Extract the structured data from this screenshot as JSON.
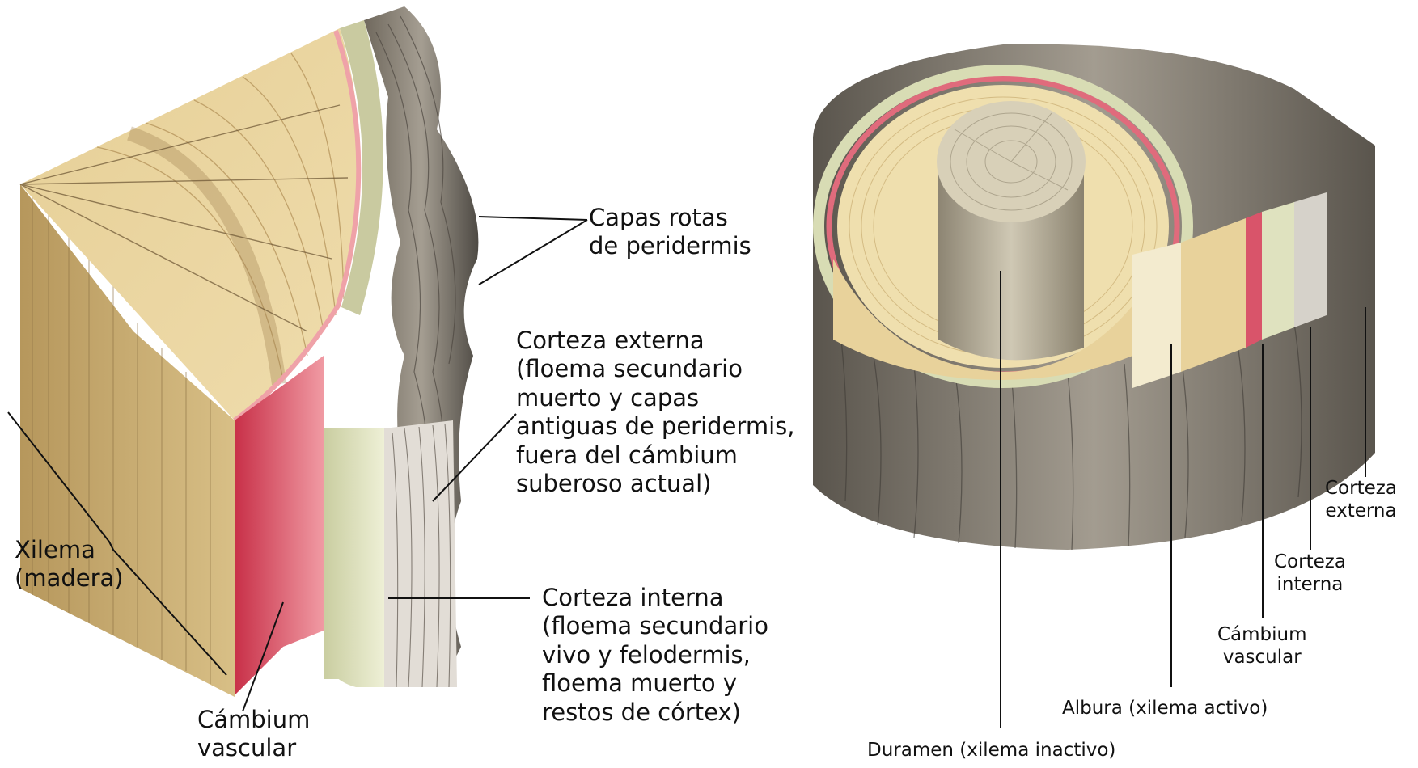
{
  "left_diagram": {
    "labels": {
      "capas_rotas": "Capas rotas\nde peridermis",
      "corteza_externa": "Corteza externa\n(floema secundario\nmuerto y capas\nantiguas de peridermis,\nfuera del cámbium\nsuberoso actual)",
      "corteza_interna": "Corteza interna\n(floema secundario\nvivo y felodermis,\nfloema muerto y\nrestos de córtex)",
      "xilema": "Xilema\n(madera)",
      "cambium": "Cámbium\nvascular"
    }
  },
  "right_diagram": {
    "labels": {
      "duramen": "Duramen (xilema inactivo)",
      "albura": "Albura (xilema activo)",
      "cambium": "Cámbium\nvascular",
      "corteza_interna": "Corteza\ninterna",
      "corteza_externa": "Corteza\nexterna"
    }
  },
  "colors": {
    "wood_light": "#e9d6a0",
    "wood_dark": "#b79a62",
    "heartwood": "#b9b09a",
    "cambium": "#d9546a",
    "inner_bark": "#dfe2bf",
    "outer_bark": "#8c857a"
  }
}
